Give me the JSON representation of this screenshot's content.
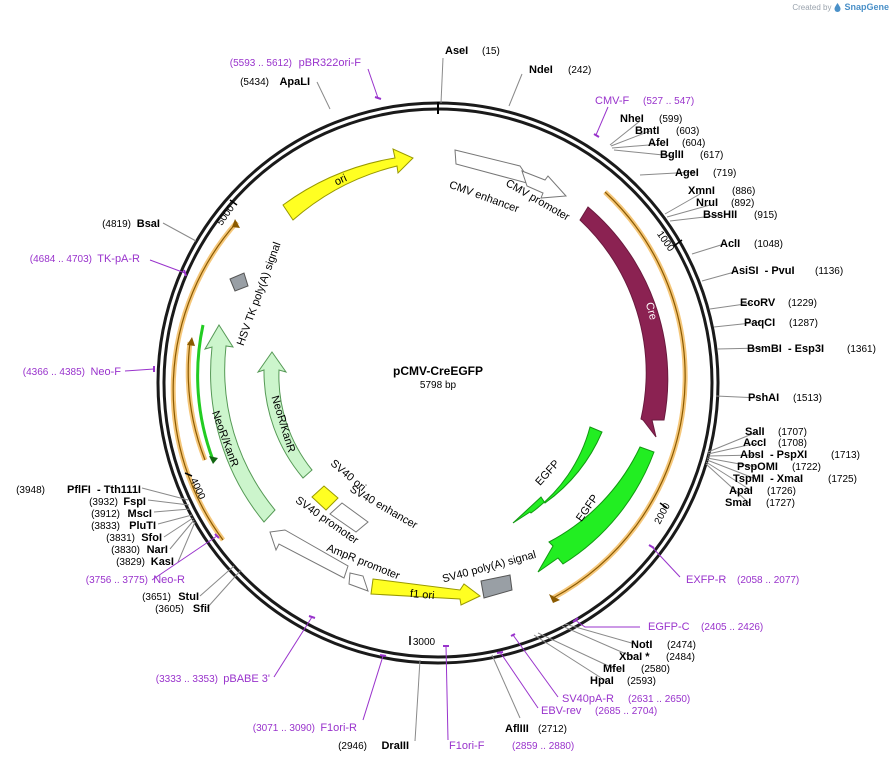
{
  "credit": {
    "created_by": "Created by",
    "brand": "SnapGene",
    "logo_icon": "snapgene-logo-icon"
  },
  "plasmid": {
    "name": "pCMV-CreEGFP",
    "size": "5798 bp",
    "length": 5798
  },
  "ticks": [
    {
      "pos": 1000,
      "label": "1000"
    },
    {
      "pos": 2000,
      "label": "2000"
    },
    {
      "pos": 3000,
      "label": "3000"
    },
    {
      "pos": 4000,
      "label": "4000"
    },
    {
      "pos": 5000,
      "label": "5000"
    }
  ],
  "sites": [
    {
      "name": "AseI",
      "pos": "(15)"
    },
    {
      "name": "NdeI",
      "pos": "(242)"
    },
    {
      "name": "NheI",
      "pos": "(599)"
    },
    {
      "name": "BmtI",
      "pos": "(603)"
    },
    {
      "name": "AfeI",
      "pos": "(604)"
    },
    {
      "name": "BglII",
      "pos": "(617)"
    },
    {
      "name": "AgeI",
      "pos": "(719)"
    },
    {
      "name": "XmnI",
      "pos": "(886)"
    },
    {
      "name": "NruI",
      "pos": "(892)"
    },
    {
      "name": "BssHII",
      "pos": "(915)"
    },
    {
      "name": "AclI",
      "pos": "(1048)"
    },
    {
      "name": "AsiSI  - PvuI",
      "pos": "(1136)"
    },
    {
      "name": "EcoRV",
      "pos": "(1229)"
    },
    {
      "name": "PaqCI",
      "pos": "(1287)"
    },
    {
      "name": "BsmBI  - Esp3I",
      "pos": "(1361)"
    },
    {
      "name": "PshAI",
      "pos": "(1513)"
    },
    {
      "name": "SalI",
      "pos": "(1707)"
    },
    {
      "name": "AccI",
      "pos": "(1708)"
    },
    {
      "name": "AbsI  - PspXI",
      "pos": "(1713)"
    },
    {
      "name": "PspOMI",
      "pos": "(1722)"
    },
    {
      "name": "TspMI  - XmaI",
      "pos": "(1725)"
    },
    {
      "name": "ApaI",
      "pos": "(1726)"
    },
    {
      "name": "SmaI",
      "pos": "(1727)"
    },
    {
      "name": "NotI",
      "pos": "(2474)"
    },
    {
      "name": "XbaI *",
      "pos": "(2484)"
    },
    {
      "name": "MfeI",
      "pos": "(2580)"
    },
    {
      "name": "HpaI",
      "pos": "(2593)"
    },
    {
      "name": "AflIII",
      "pos": "(2712)"
    },
    {
      "name": "DraIII",
      "pos": "(2946)"
    },
    {
      "name": "SfiI",
      "pos": "(3605)"
    },
    {
      "name": "StuI",
      "pos": "(3651)"
    },
    {
      "name": "KasI",
      "pos": "(3829)"
    },
    {
      "name": "NarI",
      "pos": "(3830)"
    },
    {
      "name": "SfoI",
      "pos": "(3831)"
    },
    {
      "name": "PluTI",
      "pos": "(3833)"
    },
    {
      "name": "MscI",
      "pos": "(3912)"
    },
    {
      "name": "FspI",
      "pos": "(3932)"
    },
    {
      "name": "PflFI  - Tth111I",
      "pos": "(3948)"
    },
    {
      "name": "BsaI",
      "pos": "(4819)"
    },
    {
      "name": "ApaLI",
      "pos": "(5434)"
    }
  ],
  "primers": [
    {
      "name": "CMV-F",
      "range": "(527 .. 547)"
    },
    {
      "name": "EXFP-R",
      "range": "(2058 .. 2077)"
    },
    {
      "name": "EGFP-C",
      "range": "(2405 .. 2426)"
    },
    {
      "name": "SV40pA-R",
      "range": "(2631 .. 2650)"
    },
    {
      "name": "EBV-rev",
      "range": "(2685 .. 2704)"
    },
    {
      "name": "F1ori-F",
      "range": "(2859 .. 2880)"
    },
    {
      "name": "F1ori-R",
      "range": "(3071 .. 3090)"
    },
    {
      "name": "pBABE 3'",
      "range": "(3333 .. 3353)"
    },
    {
      "name": "Neo-R",
      "range": "(3756 .. 3775)"
    },
    {
      "name": "Neo-F",
      "range": "(4366 .. 4385)"
    },
    {
      "name": "TK-pA-R",
      "range": "(4684 .. 4703)"
    },
    {
      "name": "pBR322ori-F",
      "range": "(5593 .. 5612)"
    }
  ],
  "features": [
    {
      "label": "CMV enhancer"
    },
    {
      "label": "CMV promoter"
    },
    {
      "label": "Cre"
    },
    {
      "label": "EGFP"
    },
    {
      "label": "EGFP"
    },
    {
      "label": "SV40 poly(A) signal"
    },
    {
      "label": "f1 ori"
    },
    {
      "label": "AmpR promoter"
    },
    {
      "label": "SV40 promoter"
    },
    {
      "label": "SV40 ori"
    },
    {
      "label": "SV40 enhancer"
    },
    {
      "label": "NeoR/KanR"
    },
    {
      "label": "NeoR/KanR"
    },
    {
      "label": "HSV TK poly(A) signal"
    },
    {
      "label": "ori"
    }
  ],
  "colors": {
    "backbone": "#1a1a1a",
    "cre": "#8b2252",
    "egfp": "#22ee22",
    "ori": "#ffff22",
    "neo": "#ccf5cc",
    "promoter": "#ffffff",
    "primer": "#9933cc",
    "orf": "#f5c77a"
  }
}
